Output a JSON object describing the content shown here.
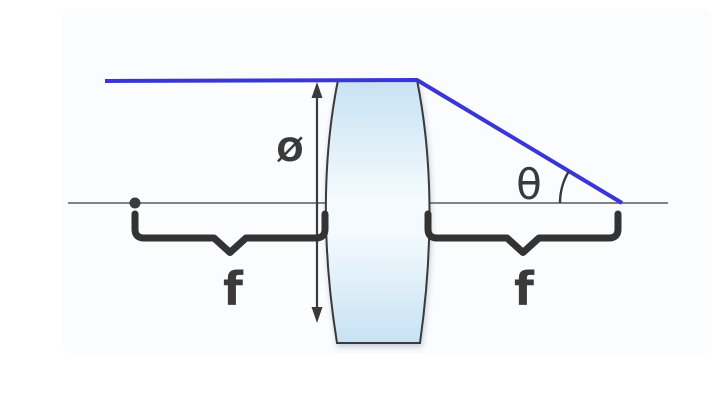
{
  "diagram": {
    "type": "converging-lens-focal-length-diagram",
    "labels": {
      "diameter": "Ø",
      "angle": "θ",
      "focal_length_left": "f",
      "focal_length_right": "f"
    },
    "colors": {
      "ray": "#3a35d6",
      "ink": "#3a3a3a",
      "axis": "#5a5a5a",
      "brace": "#333333",
      "lens_edge": "#c7e2f4",
      "lens_center": "#f4fafd",
      "background": "#ffffff"
    },
    "icons": {
      "lens-icon": "biconvex-lens-shape",
      "incident-ray-icon": "horizontal-then-converging-blue-polyline",
      "diameter-arrow-icon": "vertical-double-headed-arrow",
      "focal-point-dot-icon": "filled-circle-on-axis",
      "angle-arc-icon": "arc-between-ray-and-axis",
      "brace-icon": "square-bracket-with-center-notch"
    }
  }
}
